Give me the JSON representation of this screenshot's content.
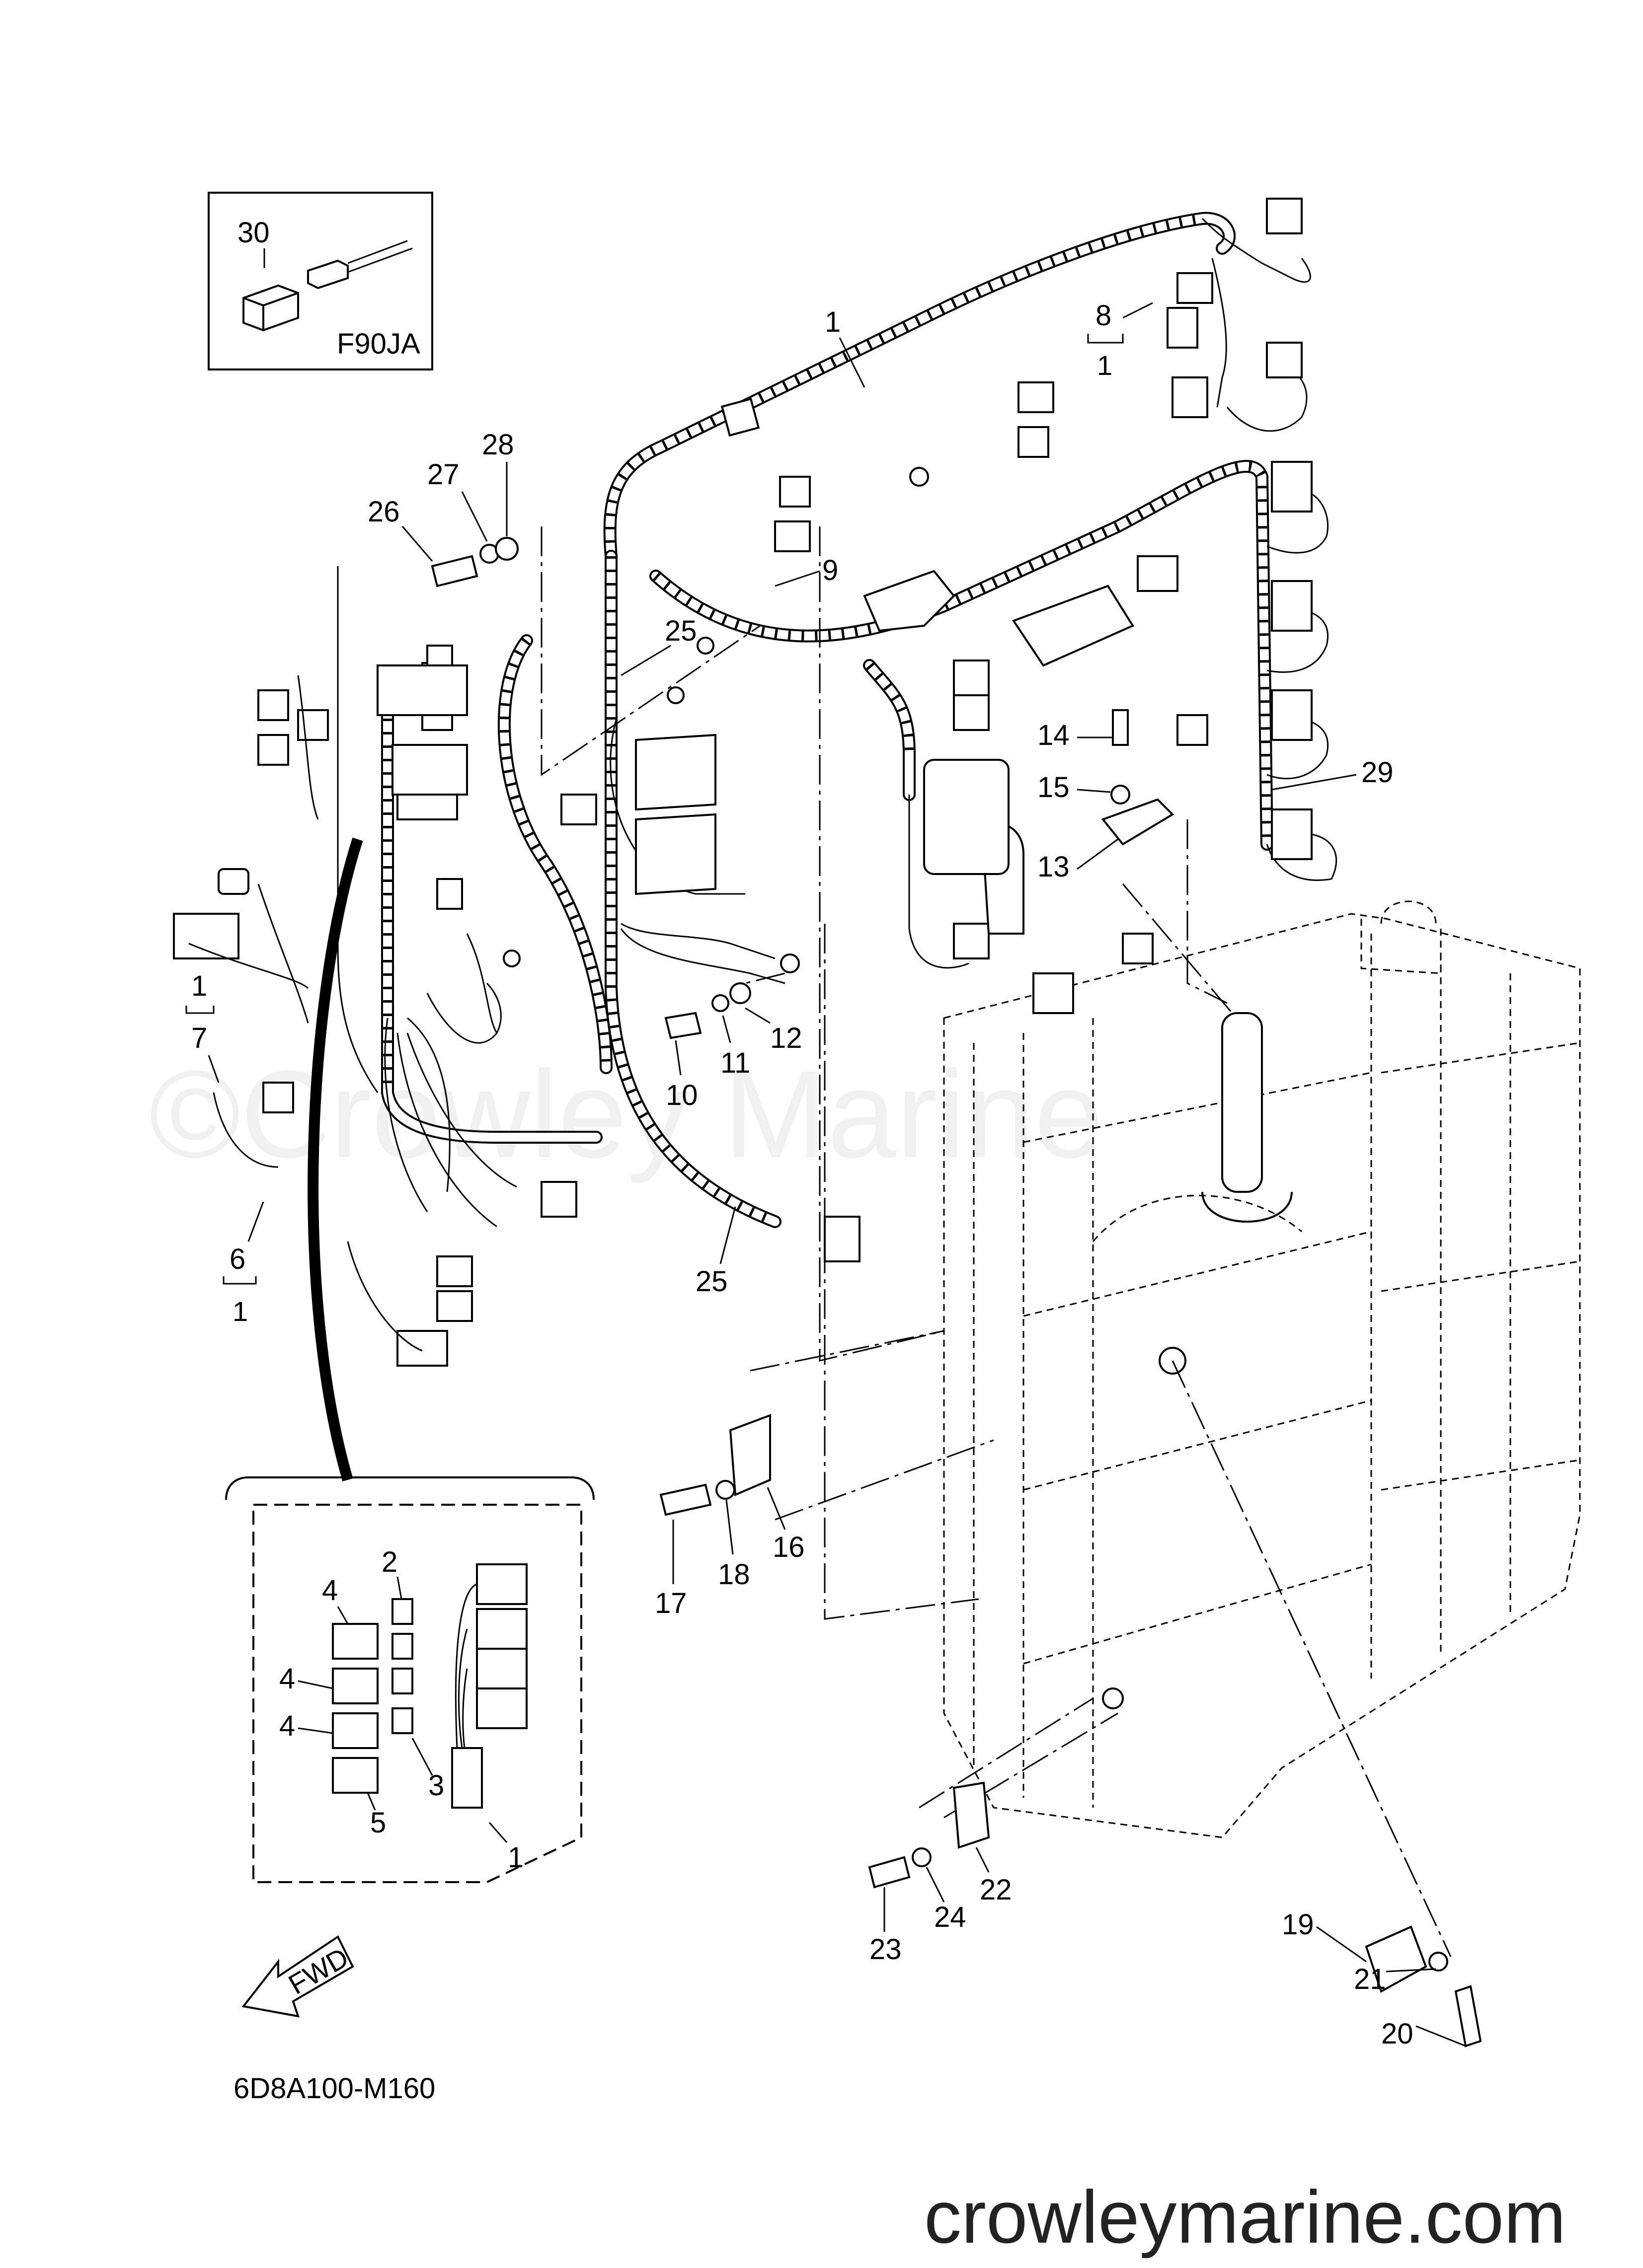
{
  "callouts": {
    "c1": "1",
    "c2": "2",
    "c3": "3",
    "c4a": "4",
    "c4b": "4",
    "c4c": "4",
    "c5": "5",
    "c6": "6",
    "c6sub": "1",
    "c7": "7",
    "c7sub": "1",
    "c8": "8",
    "c8sub": "1",
    "c9": "9",
    "c10": "10",
    "c11": "11",
    "c12": "12",
    "c13": "13",
    "c14": "14",
    "c15": "15",
    "c16": "16",
    "c17": "17",
    "c18": "18",
    "c19": "19",
    "c20": "20",
    "c21": "21",
    "c22": "22",
    "c23": "23",
    "c24": "24",
    "c25a": "25",
    "c25b": "25",
    "c26": "26",
    "c27": "27",
    "c28": "28",
    "c29": "29",
    "c30": "30",
    "inset1": "1"
  },
  "inset_box": {
    "model_label": "F90JA"
  },
  "fwd_label": "FWD",
  "diagram_code": "6D8A100-M160",
  "watermark": "©Crowley Marine",
  "website": "crowleymarine.com"
}
